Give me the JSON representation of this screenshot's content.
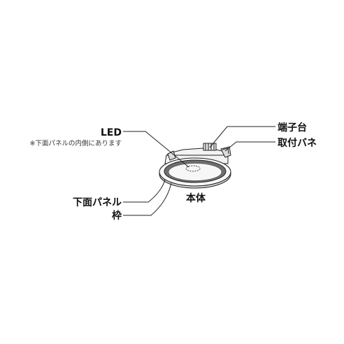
{
  "labels": {
    "led": "LED",
    "led_note": "※下面パネルの内側にあります",
    "bottom_panel": "下面パネル",
    "frame": "枠",
    "terminal_block": "端子台",
    "mounting_spring": "取付バネ",
    "body": "本体"
  },
  "colors": {
    "line": "#222222",
    "text": "#111111",
    "background": "#ffffff"
  }
}
